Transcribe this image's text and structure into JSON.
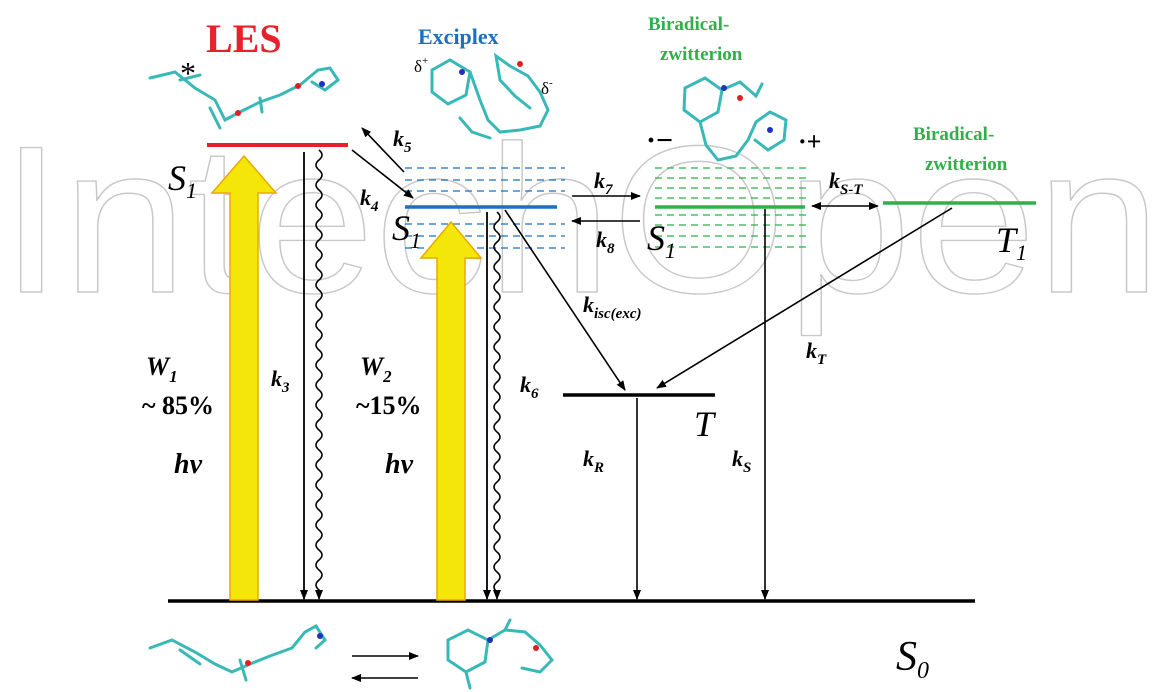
{
  "watermark": "IntechOpen",
  "states": {
    "les": {
      "title": "LES",
      "star": "*",
      "level": "S",
      "level_sub": "1"
    },
    "exciplex": {
      "title": "Exciplex",
      "level": "S",
      "level_sub": "1",
      "delta_plus": "δ",
      "delta_plus_sup": "+",
      "delta_minus": "δ",
      "delta_minus_sup": "-"
    },
    "bz_singlet": {
      "title_line1": "Biradical-",
      "title_line2": "zwitterion",
      "level": "S",
      "level_sub": "1",
      "charge_minus": "·−",
      "charge_plus": "·+"
    },
    "bz_triplet": {
      "title_line1": "Biradical-",
      "title_line2": "zwitterion",
      "level": "T",
      "level_sub": "1"
    },
    "triplet": {
      "level": "T"
    },
    "ground": {
      "level": "S",
      "level_sub": "0"
    }
  },
  "rates": {
    "k3": {
      "k": "k",
      "sub": "3"
    },
    "k4": {
      "k": "k",
      "sub": "4"
    },
    "k5": {
      "k": "k",
      "sub": "5"
    },
    "k6": {
      "k": "k",
      "sub": "6"
    },
    "k7": {
      "k": "k",
      "sub": "7"
    },
    "k8": {
      "k": "k",
      "sub": "8"
    },
    "kST": {
      "k": "k",
      "sub": "S-T"
    },
    "kisc": {
      "k": "k",
      "sub": "isc(exc)"
    },
    "kT": {
      "k": "k",
      "sub": "T"
    },
    "kR": {
      "k": "k",
      "sub": "R"
    },
    "kS": {
      "k": "k",
      "sub": "S"
    }
  },
  "excitation": {
    "w1": {
      "w": "W",
      "sub": "1",
      "percent": "~ 85%",
      "hv": "hv"
    },
    "w2": {
      "w": "W",
      "sub": "2",
      "percent": "~15%",
      "hv": "hv"
    }
  },
  "colors": {
    "les": "#e8202a",
    "exciplex": "#1e6fbf",
    "biradical": "#2fb04a",
    "arrow_fill": "#f5e60a",
    "arrow_stroke": "#e8a800",
    "line": "#000000",
    "molecule": "#39b8b8"
  }
}
